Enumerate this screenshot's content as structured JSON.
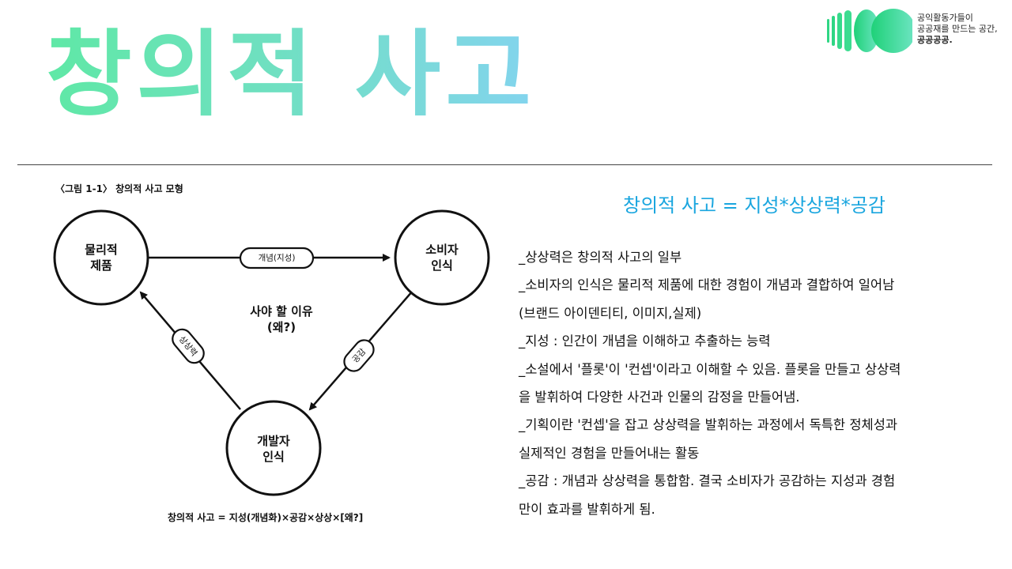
{
  "title": "창의적 사고",
  "logo": {
    "lines": [
      "공익활동가들이",
      "공공재를 만드는 공간,"
    ],
    "brand": "공공공공."
  },
  "figure": {
    "caption": "〈그림 1-1〉 창의적 사고 모형",
    "nodes": {
      "physical": [
        "물리적",
        "제품"
      ],
      "consumer": [
        "소비자",
        "인식"
      ],
      "developer": [
        "개발자",
        "인식"
      ]
    },
    "edges": {
      "concept": "개념(지성)",
      "empathy": "공감",
      "imagination": "상상력"
    },
    "center": [
      "사야 할 이유",
      "(왜?)"
    ],
    "formula": "창의적 사고 = 지성(개념화)×공감×상상×[왜?]"
  },
  "heading": "창의적 사고 = 지성*상상력*공감",
  "body_lines": [
    "_상상력은 창의적 사고의 일부",
    "_소비자의 인식은 물리적 제품에 대한 경험이 개념과 결합하여 일어남",
    "(브랜드 아이덴티티, 이미지,실제)",
    "_지성 : 인간이 개념을 이해하고 추출하는 능력",
    "_소설에서 '플롯'이 '컨셉'이라고 이해할 수 있음. 플롯을 만들고 상상력",
    "을 발휘하여 다양한 사건과 인물의 감정을 만들어냄.",
    "_기획이란 '컨셉'을 잡고 상상력을 발휘하는 과정에서 독특한 정체성과",
    "실제적인 경험을 만들어내는 활동",
    "_공감 : 개념과 상상력을 통합함. 결국 소비자가 공감하는 지성과 경험",
    "만이 효과를 발휘하게 됨."
  ]
}
